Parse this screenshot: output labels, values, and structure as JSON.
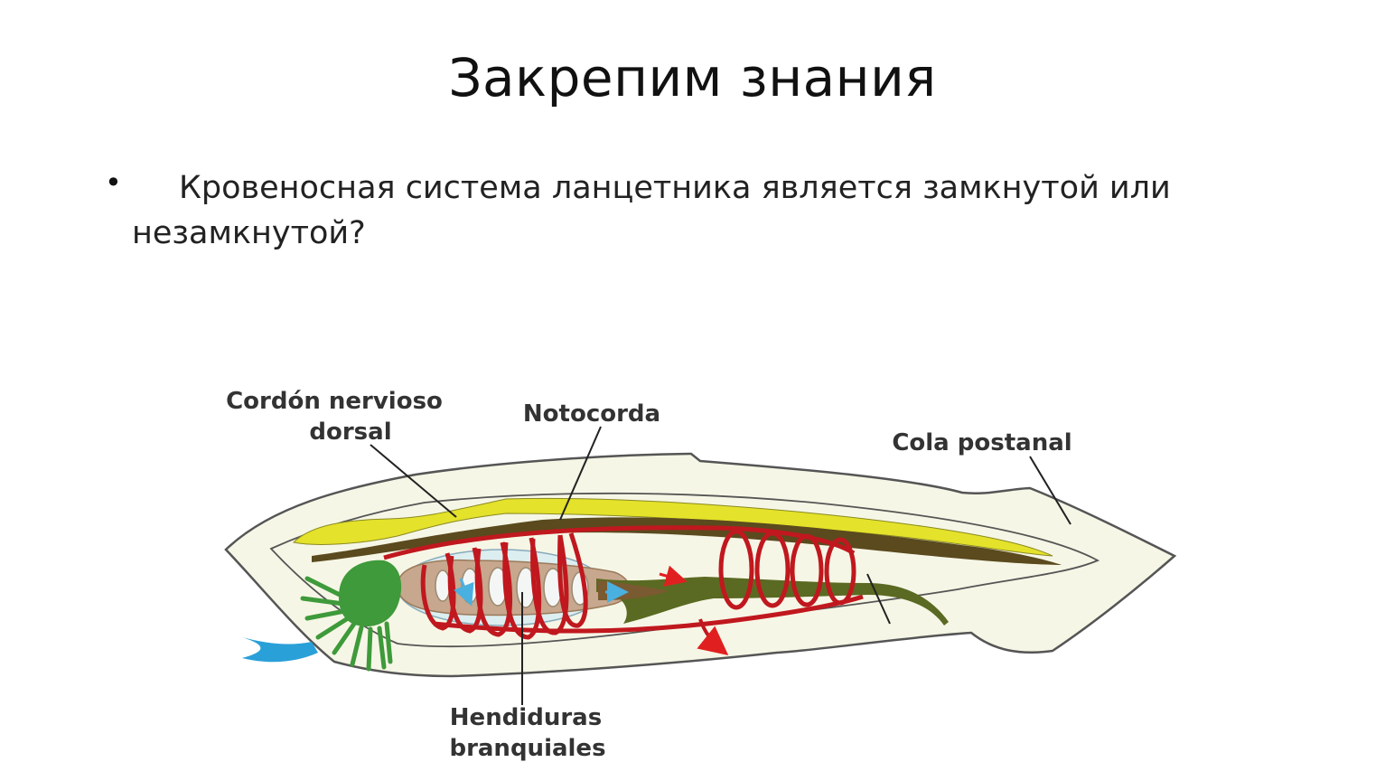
{
  "slide": {
    "title": "Закрепим знания",
    "bullet": "•",
    "question": "Кровеносная система ланцетника является замкнутой или незамкнутой?"
  },
  "diagram": {
    "labels": {
      "nerve_cord_line1": "Cordón nervioso",
      "nerve_cord_line2": "dorsal",
      "notochord": "Notocorda",
      "tail": "Cola postanal",
      "gills_line1": "Hendiduras",
      "gills_line2": "branquiales"
    },
    "colors": {
      "body": "#f6f6e6",
      "outline": "#555555",
      "nerve_cord": "#e4e22a",
      "notochord": "#5a4a1e",
      "vessels": "#c0181e",
      "pharynx": "#c7a78e",
      "gut": "#7a5a30",
      "intestine": "#5a6a22",
      "oral_cirri": "#3e9a3a",
      "water_arrow": "#2aa0d8"
    }
  }
}
